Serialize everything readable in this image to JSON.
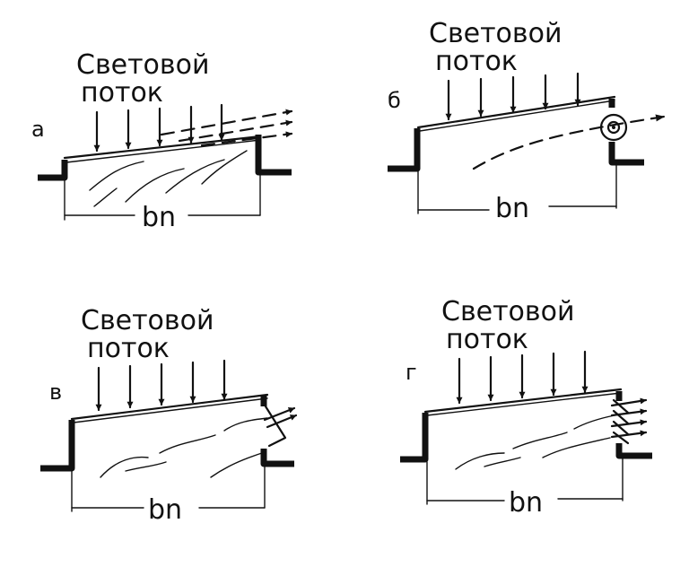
{
  "figure": {
    "panels": [
      {
        "id": "a",
        "letter": "а",
        "flux_line1": "Световой",
        "flux_line2": "поток",
        "dimension": "bn"
      },
      {
        "id": "b",
        "letter": "б",
        "flux_line1": "Световой",
        "flux_line2": "поток",
        "dimension": "bn"
      },
      {
        "id": "v",
        "letter": "в",
        "flux_line1": "Световой",
        "flux_line2": "поток",
        "dimension": "bn"
      },
      {
        "id": "g",
        "letter": "г",
        "flux_line1": "Световой",
        "flux_line2": "поток",
        "dimension": "bn"
      }
    ]
  }
}
